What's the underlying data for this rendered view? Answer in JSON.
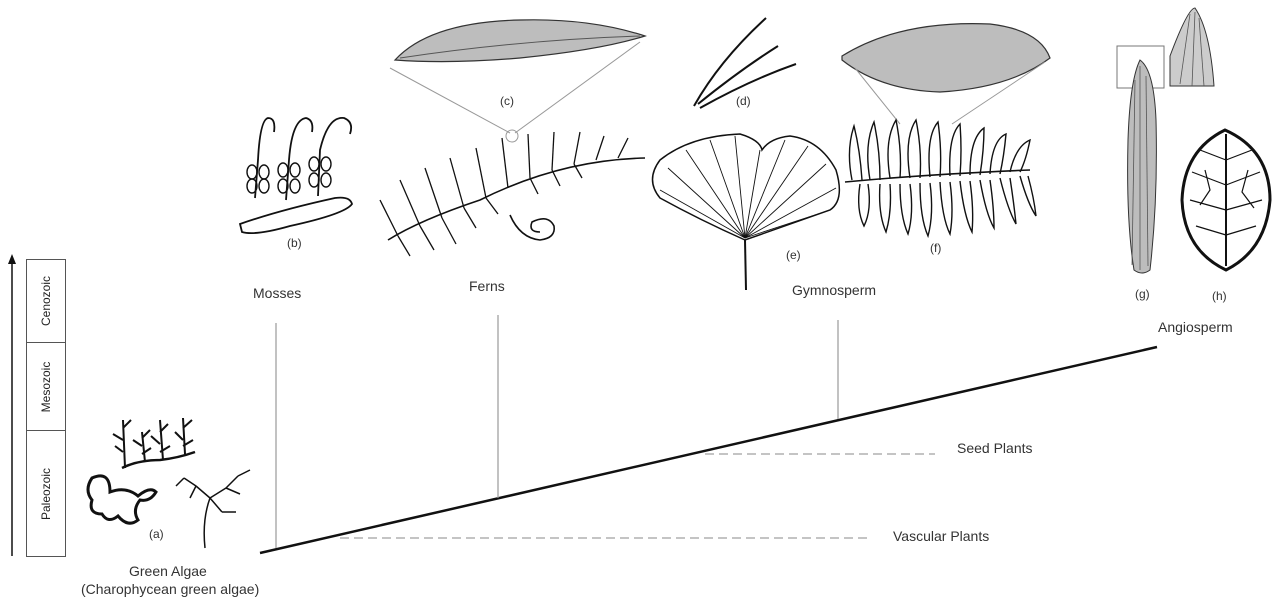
{
  "eras": [
    "Cenozoic",
    "Mesozoic",
    "Paleozoic"
  ],
  "groups": {
    "green_algae": {
      "name": "Green Algae",
      "note": "(Charophycean  green algae)"
    },
    "mosses": "Mosses",
    "ferns": "Ferns",
    "gymnosperm": "Gymnosperm",
    "angiosperm": "Angiosperm"
  },
  "milestones": {
    "vascular": "Vascular Plants",
    "seed": "Seed Plants"
  },
  "specimen_labels": {
    "a": "(a)",
    "b": "(b)",
    "c": "(c)",
    "d": "(d)",
    "e": "(e)",
    "f": "(f)",
    "g": "(g)",
    "h": "(h)"
  }
}
